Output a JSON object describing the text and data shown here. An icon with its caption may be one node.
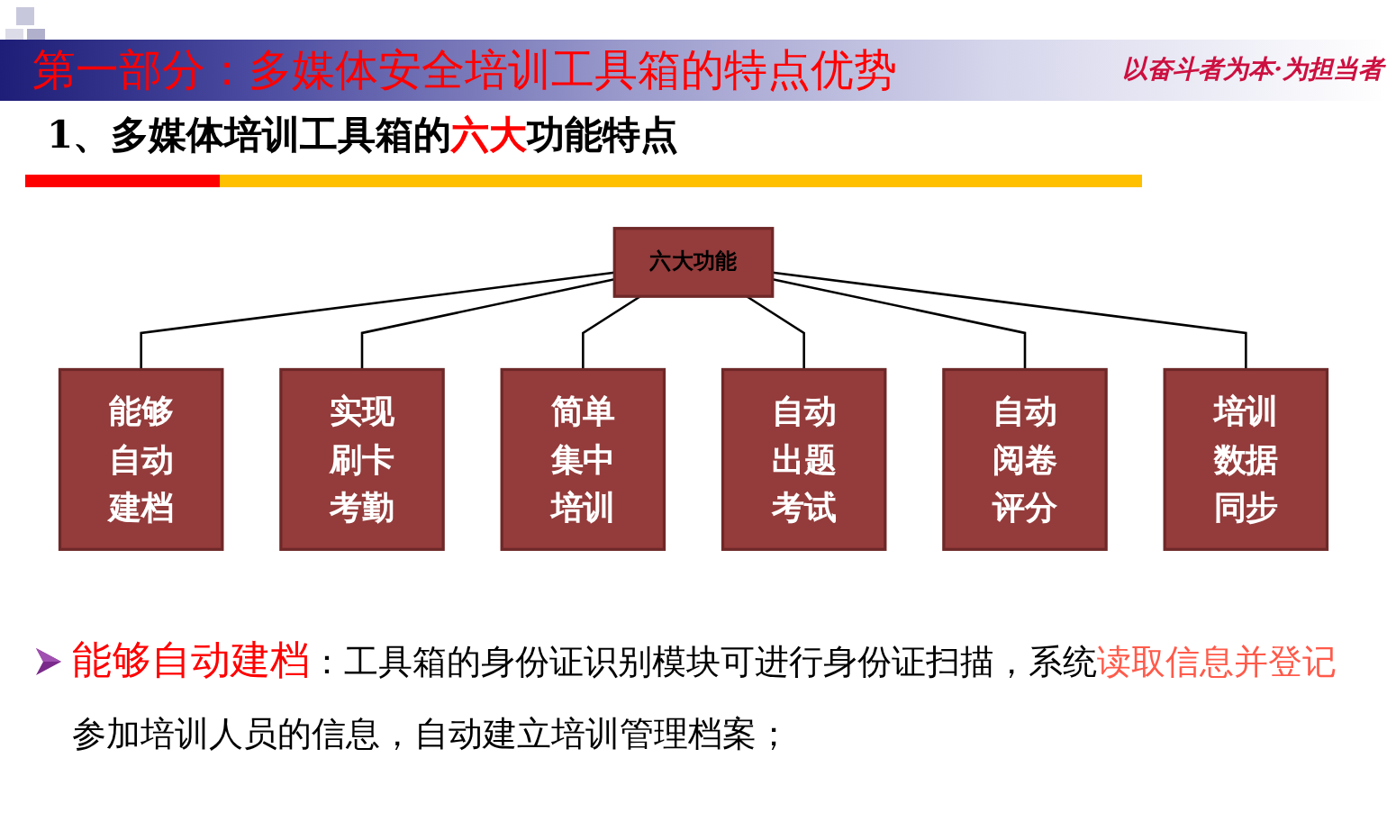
{
  "diagram": {
    "title": "第一部分：多媒体安全培训工具箱的特点优势",
    "nodes": [
      {
        "text": [
          "六大功能"
        ]
      },
      {
        "text": [
          "能够自动建档"
        ]
      },
      {
        "text": [
          "实现刷卡考勤"
        ]
      },
      {
        "text": [
          "简单集中培训"
        ]
      },
      {
        "text": [
          "自动出题考试"
        ]
      },
      {
        "text": [
          "自动阅卷评分"
        ]
      },
      {
        "text": [
          "培训数据同步"
        ]
      }
    ],
    "edges": [
      {
        "from": 0,
        "to": 1,
        "arrow": "none"
      },
      {
        "from": 0,
        "to": 2,
        "arrow": "none"
      },
      {
        "from": 0,
        "to": 3,
        "arrow": "none"
      },
      {
        "from": 0,
        "to": 4,
        "arrow": "none"
      },
      {
        "from": 0,
        "to": 5,
        "arrow": "none"
      },
      {
        "from": 0,
        "to": 6,
        "arrow": "none"
      }
    ],
    "labels": [
      "以奋斗者为本·为担当者",
      "1、多媒体培训工具箱的**六大**功能特点",
      "**能够自动建档**：工具箱的身份证识别模块可进行身份证扫描，系统**读取信息并登记**参加培训人员的信息，自动建立培训管理档案；"
    ]
  }
}
